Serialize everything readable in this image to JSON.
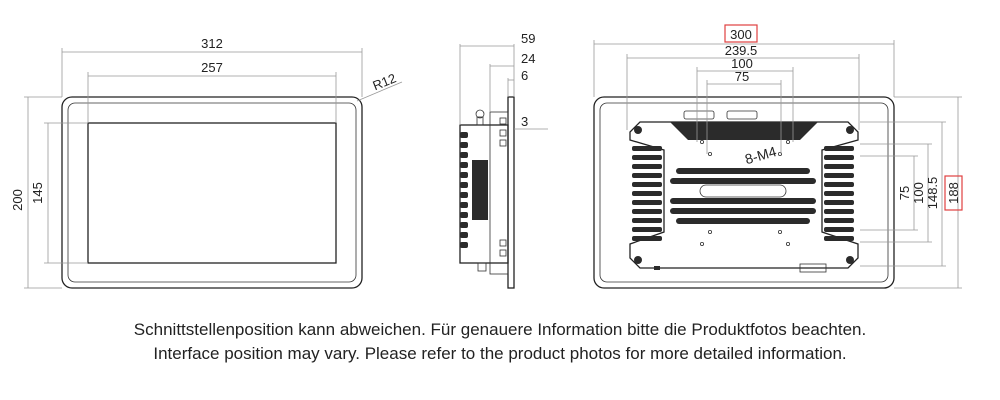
{
  "front_view": {
    "width_total": "312",
    "width_screen": "257",
    "height_total": "200",
    "height_screen": "145",
    "corner_radius": "R12"
  },
  "side_view": {
    "depth_total": "59",
    "depth_24": "24",
    "depth_6": "6",
    "depth_3": "3"
  },
  "rear_view": {
    "width_total": "300",
    "width_239": "239.5",
    "width_100": "100",
    "width_75": "75",
    "height_75": "75",
    "height_100": "100",
    "height_148": "148.5",
    "height_total": "188",
    "screw_label": "8-M4",
    "highlight_color": "#e04040"
  },
  "notes": {
    "de": "Schnittstellenposition kann abweichen. Für genauere Information bitte die Produktfotos beachten.",
    "en": "Interface position may vary. Please refer to the product photos for more detailed information."
  }
}
